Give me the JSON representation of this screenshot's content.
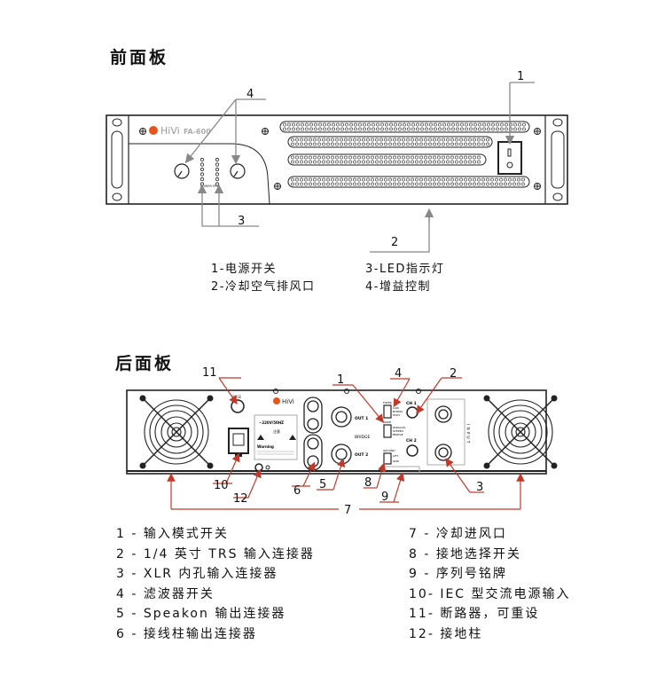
{
  "front_panel": {
    "title": "前面板",
    "brand": "HiVi",
    "model": "FA-600",
    "callouts": [
      "1",
      "2",
      "3",
      "4"
    ],
    "legend": [
      {
        "text": "1-电源开关"
      },
      {
        "text": "2-冷却空气排风口"
      },
      {
        "text": "3-LED指示灯"
      },
      {
        "text": "4-增益控制"
      }
    ],
    "led_label": "POWER PRO"
  },
  "rear_panel": {
    "title": "后面板",
    "brand": "HiVi",
    "fuse_label": "FUSE",
    "voltage_label": "~220V/50HZ",
    "warning_label": "Warning",
    "notice_label": "注意",
    "out1": "OUT 1",
    "out2": "OUT 2",
    "bridge": "BRIDGE",
    "filter": "FILTER",
    "filter_opts": [
      "LOW",
      "BYPASS",
      "HIGH"
    ],
    "mode": "MODE",
    "mode_opts": [
      "PARALLEL",
      "STEREO",
      "BRIDGE"
    ],
    "ground": "GROUND",
    "ground_opts": [
      "LIFT",
      "GND"
    ],
    "ch1": "CH 1",
    "ch2": "CH 2",
    "input": "INPUT",
    "callouts": [
      "1",
      "2",
      "3",
      "4",
      "5",
      "6",
      "7",
      "8",
      "9",
      "10",
      "11",
      "12"
    ],
    "legend_left": [
      {
        "text": "1 - 输入模式开关"
      },
      {
        "text": "2 - 1/4 英寸 TRS 输入连接器"
      },
      {
        "text": "3 - XLR 内孔输入连接器"
      },
      {
        "text": "4 - 滤波器开关"
      },
      {
        "text": "5 - Speakon 输出连接器"
      },
      {
        "text": "6 - 接线柱输出连接器"
      }
    ],
    "legend_right": [
      {
        "text": "7 - 冷却进风口"
      },
      {
        "text": "8 - 接地选择开关"
      },
      {
        "text": "9 - 序列号铭牌"
      },
      {
        "text": "10- IEC 型交流电源输入"
      },
      {
        "text": "11- 断路器，可重设"
      },
      {
        "text": "12- 接地柱"
      }
    ]
  },
  "colors": {
    "callout_red": "#c0392b",
    "callout_gray": "#777777",
    "brand_orange": "#e8541c"
  }
}
